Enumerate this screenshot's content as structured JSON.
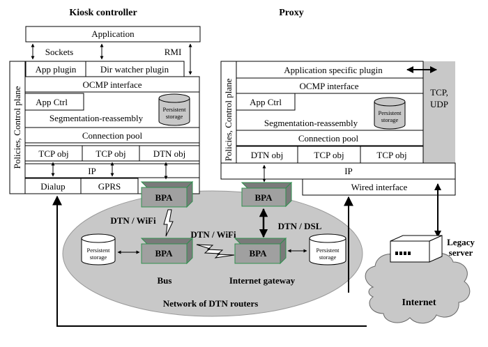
{
  "titles": {
    "left": "Kiosk controller",
    "right": "Proxy"
  },
  "kiosk": {
    "application": "Application",
    "sockets": "Sockets",
    "rmi": "RMI",
    "app_plugin": "App plugin",
    "dir_watcher_plugin": "Dir watcher plugin",
    "policies": "Policies, Control plane",
    "ocmp_interface": "OCMP interface",
    "app_ctrl": "App Ctrl",
    "persistent_storage": [
      "Persistent",
      "storage"
    ],
    "segmentation": "Segmentation-reassembly",
    "connection_pool": "Connection pool",
    "tcp_obj_1": "TCP obj",
    "tcp_obj_2": "TCP obj",
    "dtn_obj": "DTN obj",
    "ip": "IP",
    "dialup": "Dialup",
    "gprs": "GPRS"
  },
  "proxy": {
    "app_plugin": "Application specific plugin",
    "policies": "Policies, Control plane",
    "ocmp_interface": "OCMP interface",
    "tcp_udp": [
      "TCP,",
      "UDP"
    ],
    "app_ctrl": "App Ctrl",
    "persistent_storage": [
      "Persistent",
      "storage"
    ],
    "segmentation": "Segmentation-reassembly",
    "connection_pool": "Connection pool",
    "dtn_obj": "DTN obj",
    "tcp_obj_1": "TCP obj",
    "tcp_obj_2": "TCP obj",
    "ip": "IP",
    "wired_interface": "Wired interface"
  },
  "network": {
    "bpa": "BPA",
    "dtn_wifi_1": "DTN / WiFi",
    "dtn_wifi_2": "DTN / WiFi",
    "dtn_dsl": "DTN / DSL",
    "persistent_storage": [
      "Persistent",
      "storage"
    ],
    "bus": "Bus",
    "internet_gateway": "Internet gateway",
    "label": "Network of DTN routers",
    "legacy_server": [
      "Legacy",
      "server"
    ],
    "internet": "Internet"
  },
  "colors": {
    "gray": "#c8c8c8",
    "bpa_dark": "#7a7a7a",
    "bpa_mid": "#a0a0a0",
    "bpa_edge": "#2f8f4e"
  }
}
